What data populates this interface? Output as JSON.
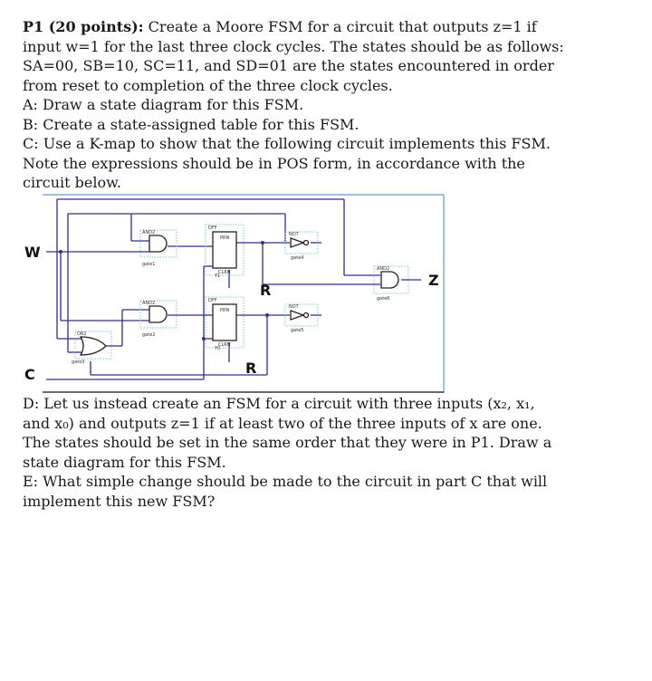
{
  "problem": {
    "heading": "P1 (20 points):",
    "intro_lines": [
      " Create a Moore FSM for a circuit that outputs z=1 if",
      "input w=1 for the last three clock cycles.  The states should be as follows:",
      "SA=00, SB=10, SC=11, and SD=01 are the states encountered in order",
      "from reset to completion of the three clock cycles."
    ],
    "part_a": "A: Draw a state diagram for this FSM.",
    "part_b": "B: Create a state-assigned table for this FSM.",
    "part_c_lines": [
      "C: Use a K-map to show that the following circuit implements this FSM.",
      "Note the expressions should be in POS form, in accordance with the",
      "circuit below."
    ],
    "part_d_lines": [
      "D: Let us instead create an FSM for a circuit with three inputs (x₂, x₁,",
      "and x₀) and outputs z=1 if at least two of the three inputs of x are one.",
      "The states should be set in the same order that they were in P1.  Draw a",
      "state diagram for this FSM."
    ],
    "part_e_lines": [
      "E: What simple change should be made to the circuit in part C that will",
      "implement this new FSM?"
    ]
  },
  "circuit": {
    "input_w": "W",
    "input_c": "C",
    "output_z": "Z",
    "reset_top": "R",
    "reset_bottom": "R",
    "gate_types": {
      "and_top": "AND2",
      "and_bottom": "AND2",
      "and_out": "AND2",
      "or": "OR2",
      "dff_top": "DFF",
      "dff_bottom": "DFF",
      "not_top": "NOT",
      "not_bottom": "NOT",
      "prn": "PRN",
      "clrn": "CLRN"
    },
    "gate_names": {
      "gate1": "gate1",
      "gate2": "gate2",
      "gate3": "gate3",
      "gate4": "gate4",
      "gate5": "gate5",
      "gate6": "gate6"
    },
    "ff_outputs": {
      "y1": "Y1",
      "y0": "Y0"
    }
  },
  "colors": {
    "wire": "#3a2a8a",
    "frame": "#5b9bd5",
    "text": "#1a1a1a"
  }
}
